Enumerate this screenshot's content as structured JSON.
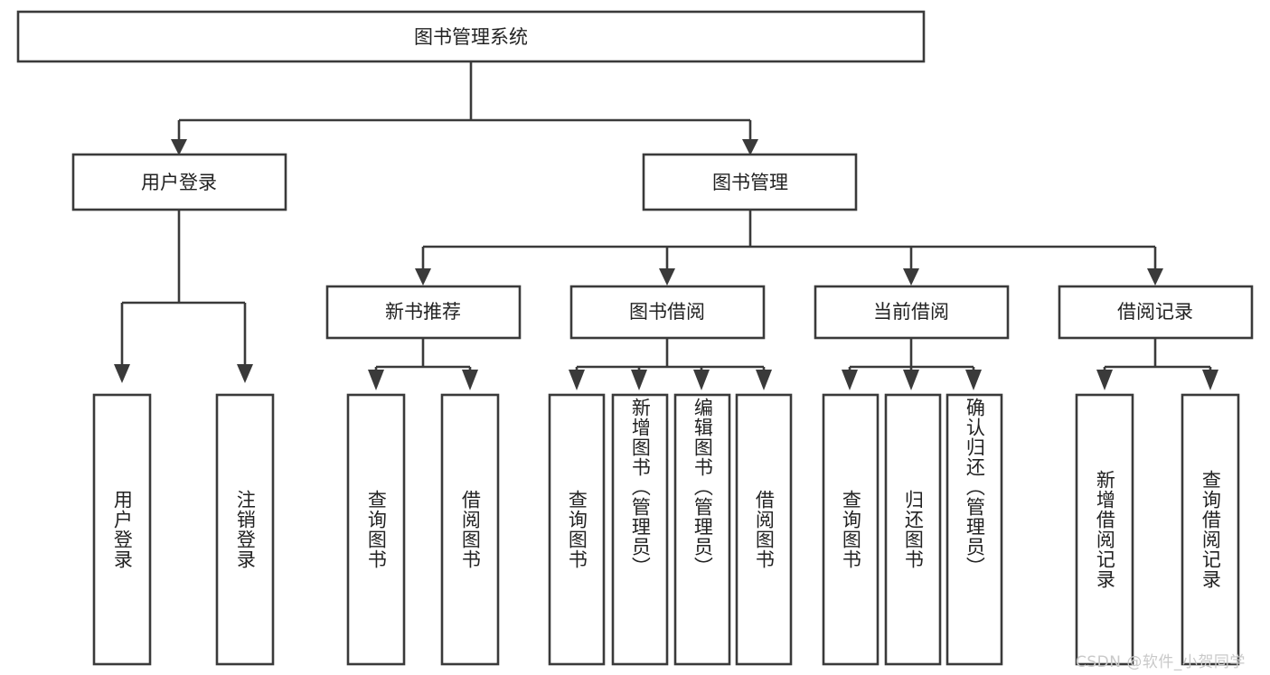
{
  "diagram": {
    "type": "hierarchy-tree",
    "title": "图书管理系统",
    "root": {
      "label": "图书管理系统",
      "level": 0
    },
    "level2": [
      {
        "label": "用户登录"
      },
      {
        "label": "图书管理"
      }
    ],
    "level3": [
      {
        "label": "新书推荐"
      },
      {
        "label": "图书借阅"
      },
      {
        "label": "当前借阅"
      },
      {
        "label": "借阅记录"
      }
    ],
    "leaves": {
      "user_login": [
        {
          "label": "用户登录"
        },
        {
          "label": "注销登录"
        }
      ],
      "new_book_recommend": [
        {
          "label": "查询图书"
        },
        {
          "label": "借阅图书"
        }
      ],
      "book_borrow": [
        {
          "label": "查询图书"
        },
        {
          "label": "新增图书（管理员）"
        },
        {
          "label": "编辑图书（管理员）"
        },
        {
          "label": "借阅图书"
        }
      ],
      "current_borrow": [
        {
          "label": "查询图书"
        },
        {
          "label": "归还图书"
        },
        {
          "label": "确认归还（管理员）"
        }
      ],
      "borrow_records": [
        {
          "label": "新增借阅记录"
        },
        {
          "label": "查询借阅记录"
        }
      ]
    }
  },
  "watermark": {
    "text": "CSDN @软件_小贺同学"
  },
  "colors": {
    "stroke": "#3a3a3a",
    "box_fill": "#ffffff",
    "text": "#222222",
    "watermark": "#c9c9c9",
    "background": "#ffffff"
  }
}
